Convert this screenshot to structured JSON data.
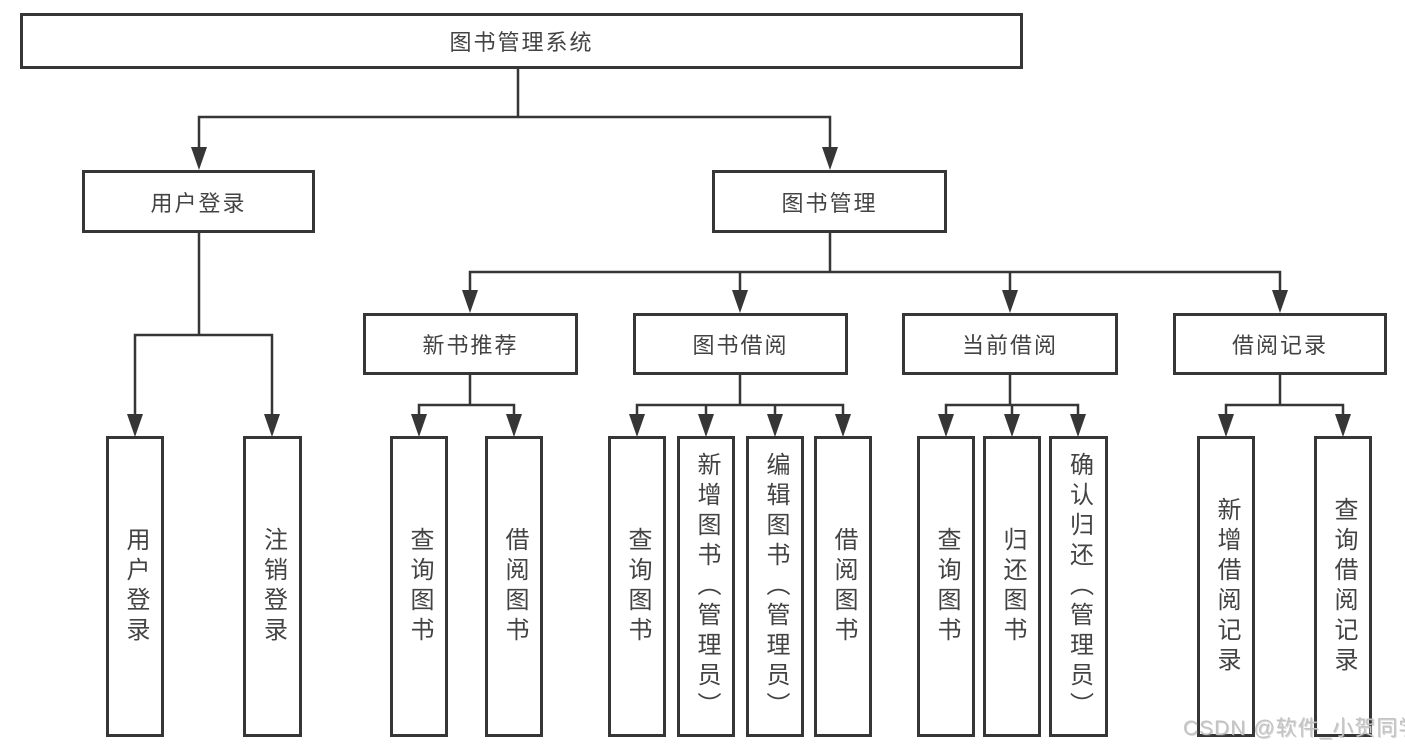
{
  "diagram": {
    "root": {
      "label": "图书管理系统",
      "children": [
        {
          "label": "用户登录",
          "children": [
            {
              "label": "用户登录"
            },
            {
              "label": "注销登录"
            }
          ]
        },
        {
          "label": "图书管理",
          "children": [
            {
              "label": "新书推荐",
              "children": [
                {
                  "label": "查询图书"
                },
                {
                  "label": "借阅图书"
                }
              ]
            },
            {
              "label": "图书借阅",
              "children": [
                {
                  "label": "查询图书"
                },
                {
                  "label": "新增图书（管理员）"
                },
                {
                  "label": "编辑图书（管理员）"
                },
                {
                  "label": "借阅图书"
                }
              ]
            },
            {
              "label": "当前借阅",
              "children": [
                {
                  "label": "查询图书"
                },
                {
                  "label": "归还图书"
                },
                {
                  "label": "确认归还（管理员）"
                }
              ]
            },
            {
              "label": "借阅记录",
              "children": [
                {
                  "label": "新增借阅记录"
                },
                {
                  "label": "查询借阅记录"
                }
              ]
            }
          ]
        }
      ]
    }
  },
  "watermark": {
    "text": "CSDN @软件_小贺同学"
  },
  "colors": {
    "line": "#363636",
    "text": "#434343",
    "box_background": "#ffffff",
    "watermark": "#c3c3c3"
  }
}
